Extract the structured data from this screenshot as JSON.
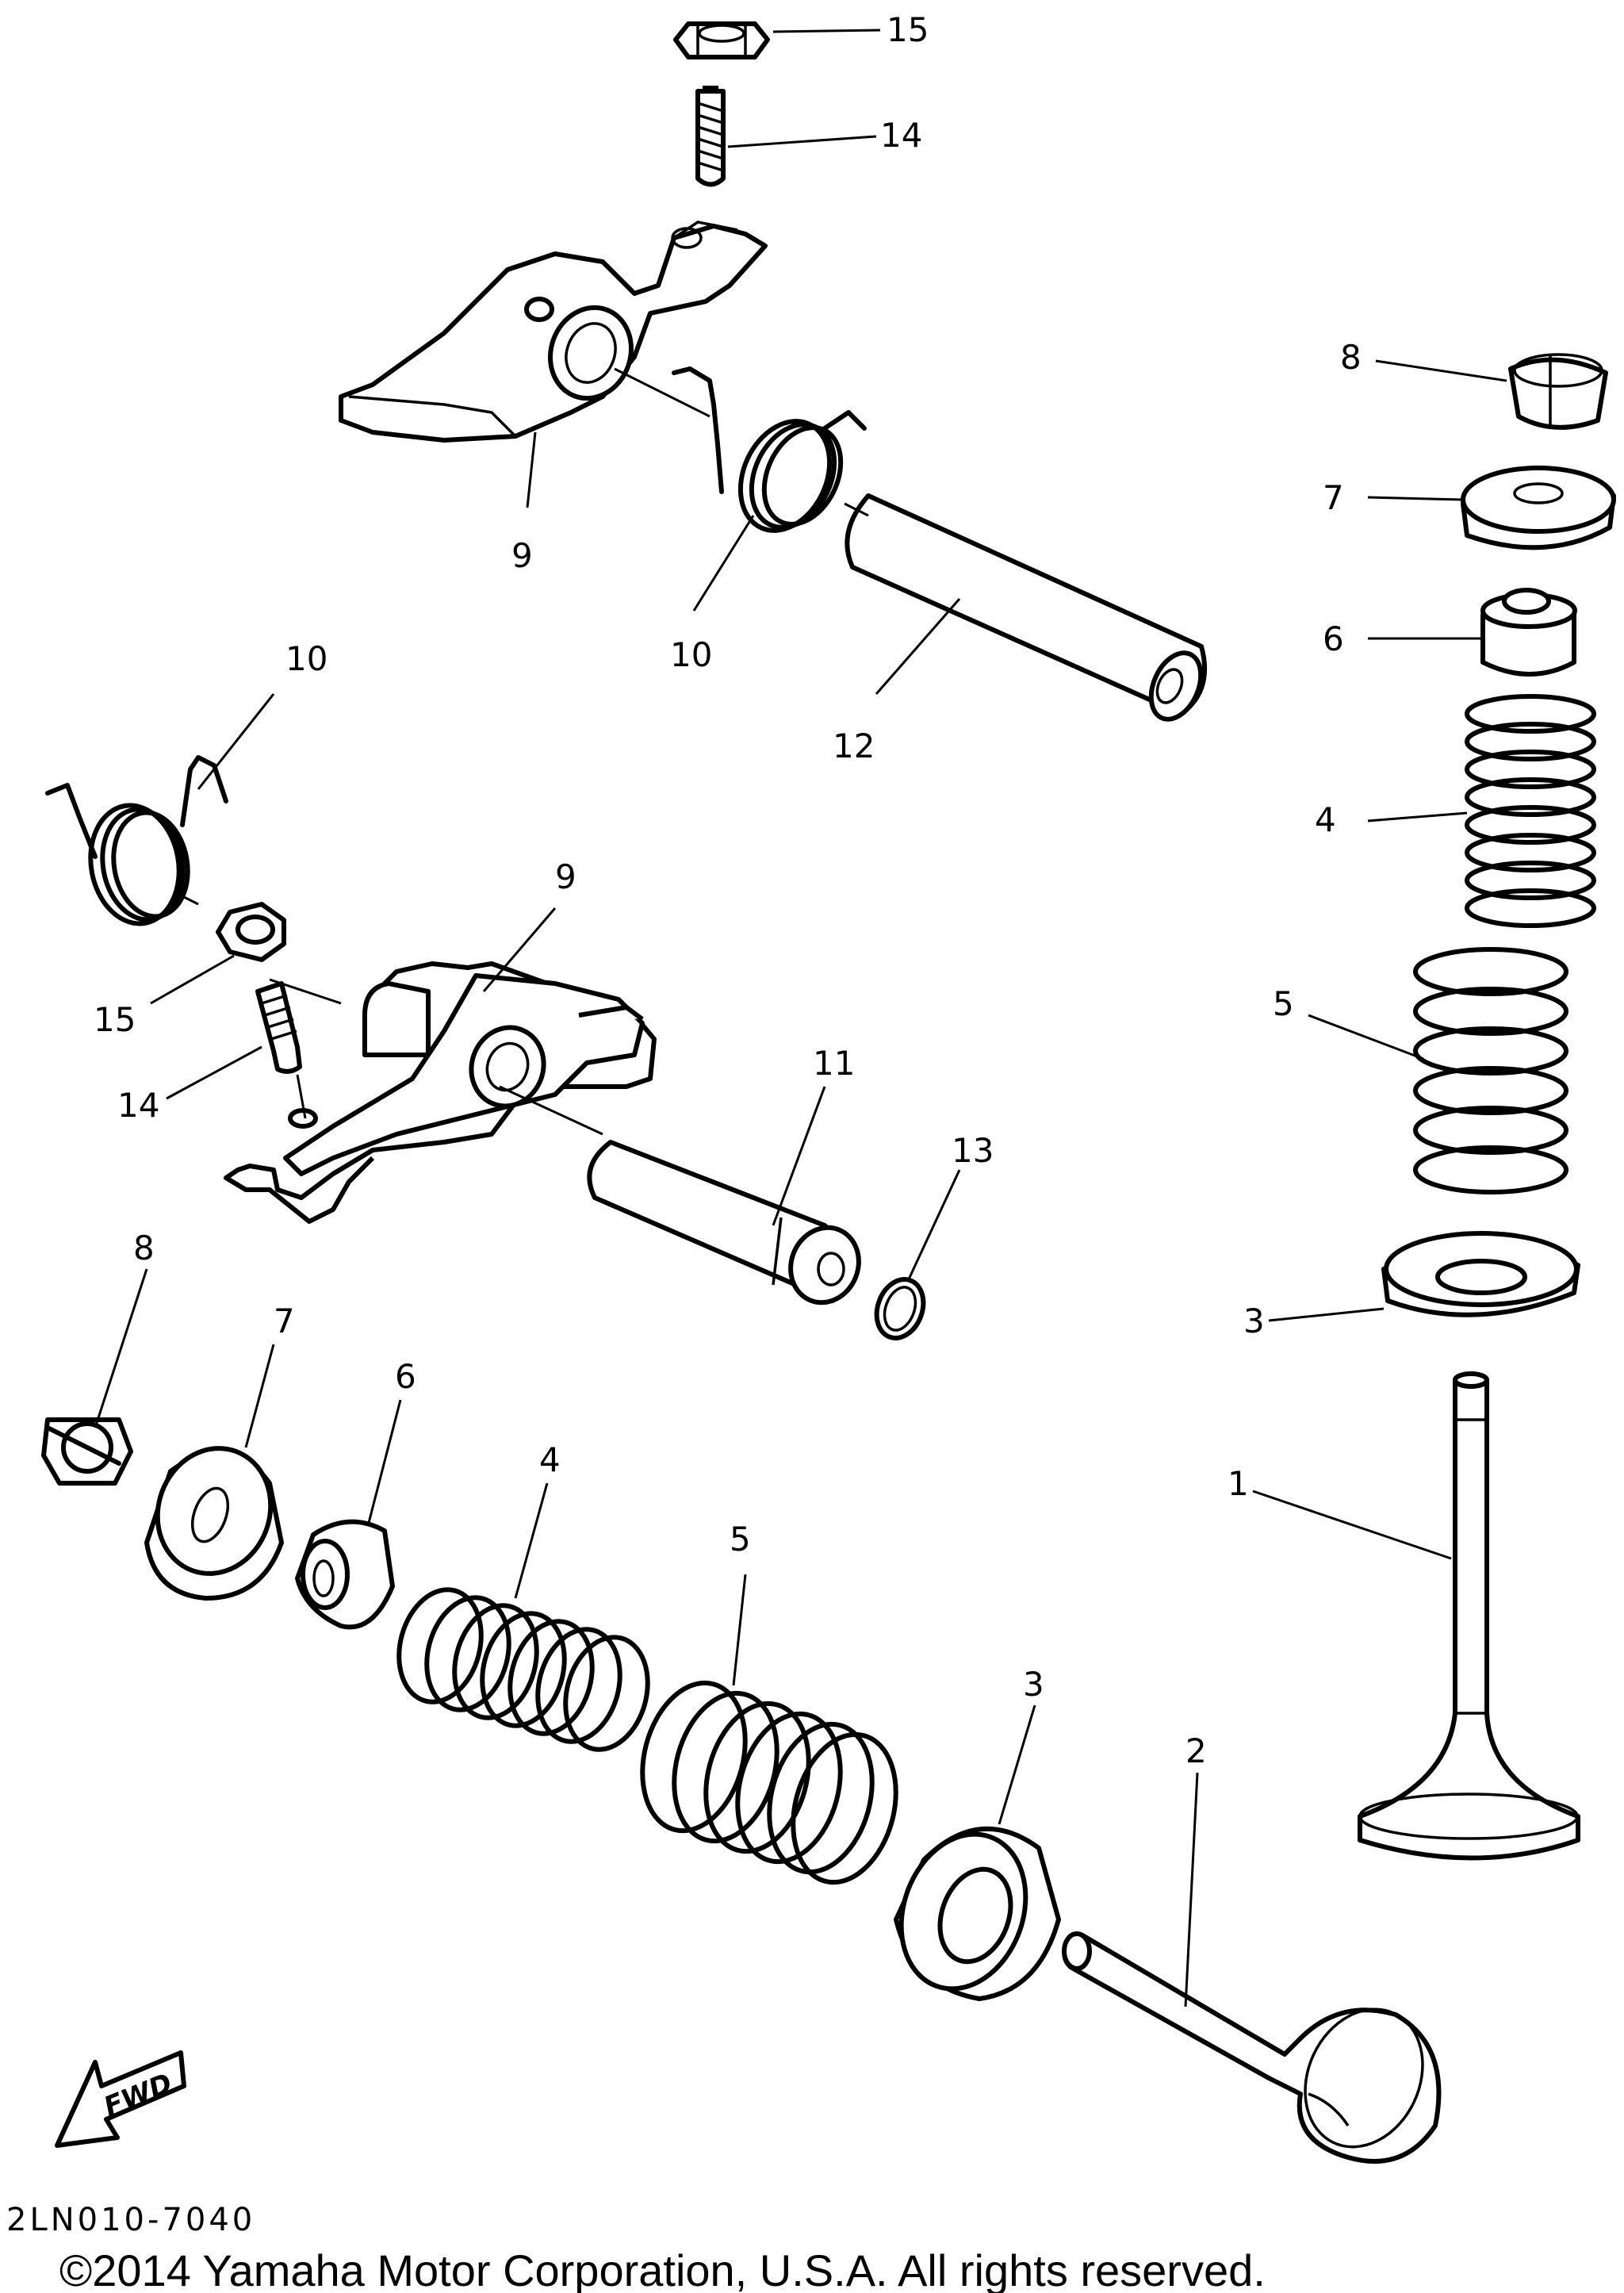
{
  "labels": {
    "l15_top": "15",
    "l14_top": "14",
    "l9_top": "9",
    "l10_top": "10",
    "l12": "12",
    "l8_right": "8",
    "l7_right": "7",
    "l6_right": "6",
    "l4_right": "4",
    "l5_right": "5",
    "l3_right": "3",
    "l1": "1",
    "l10_left": "10",
    "l9_mid": "9",
    "l15_left": "15",
    "l14_left": "14",
    "l11": "11",
    "l13": "13",
    "l8_left": "8",
    "l7_left": "7",
    "l6_left": "6",
    "l4_left": "4",
    "l5_left": "5",
    "l3_left": "3",
    "l2": "2"
  },
  "fwd": "FWD",
  "diagram_code": "2LN010-7040",
  "copyright": "©2014 Yamaha Motor Corporation, U.S.A. All rights reserved."
}
